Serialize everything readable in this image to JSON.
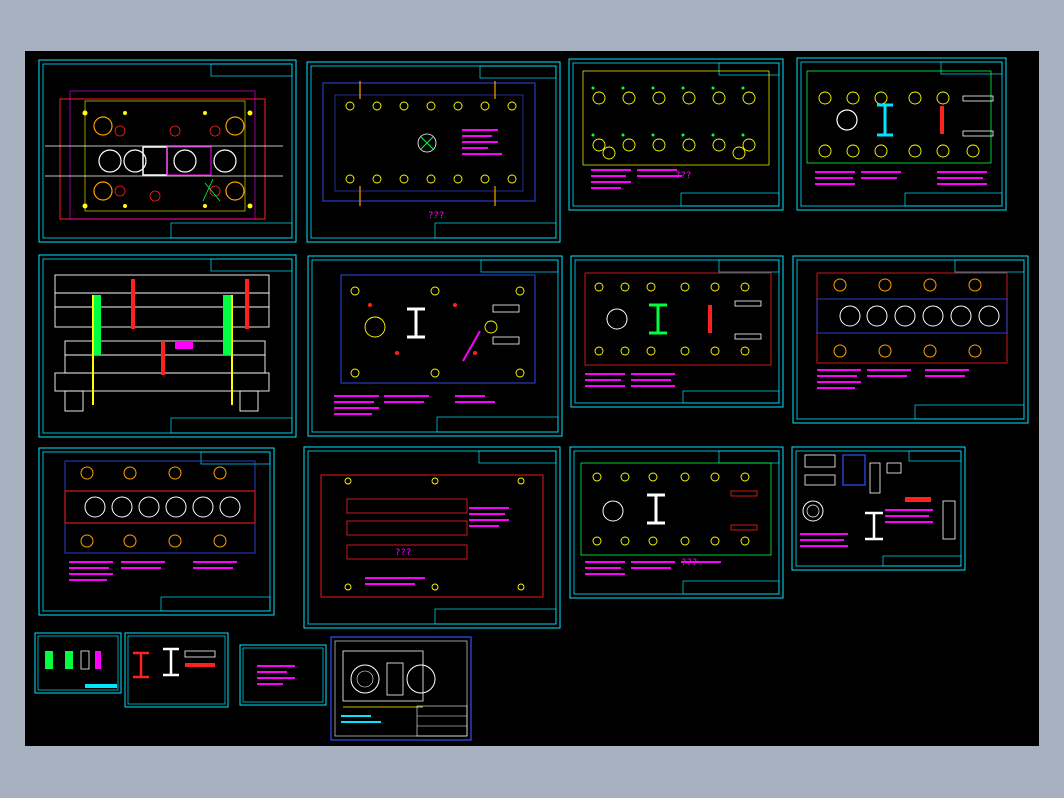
{
  "viewport": {
    "background": "#000000",
    "frame_color": "#00ffff",
    "placeholder_marks": [
      "???",
      "???",
      "???",
      "???"
    ]
  },
  "colors": {
    "cyan": "#00e5ff",
    "yellow": "#ffff00",
    "red": "#ff2020",
    "green": "#00ff40",
    "magenta": "#ff00ff",
    "blue": "#3050ff",
    "white": "#ffffff",
    "orange": "#ffa000"
  },
  "sheets": [
    {
      "id": "sheet-1",
      "kind": "die-assembly-plan"
    },
    {
      "id": "sheet-2",
      "kind": "plate-hole-layout"
    },
    {
      "id": "sheet-3",
      "kind": "plate-hole-layout"
    },
    {
      "id": "sheet-4",
      "kind": "punch-plate"
    },
    {
      "id": "sheet-5",
      "kind": "die-section-view"
    },
    {
      "id": "sheet-6",
      "kind": "stripper-plate"
    },
    {
      "id": "sheet-7",
      "kind": "punch-plate"
    },
    {
      "id": "sheet-8",
      "kind": "die-plate-strip"
    },
    {
      "id": "sheet-9",
      "kind": "die-plate-strip"
    },
    {
      "id": "sheet-10",
      "kind": "backing-plate"
    },
    {
      "id": "sheet-11",
      "kind": "punch-plate"
    },
    {
      "id": "sheet-12",
      "kind": "detail-parts"
    },
    {
      "id": "sheet-13",
      "kind": "small-detail"
    },
    {
      "id": "sheet-14",
      "kind": "small-detail"
    },
    {
      "id": "sheet-15",
      "kind": "small-detail"
    },
    {
      "id": "sheet-16",
      "kind": "part-drawing"
    }
  ]
}
